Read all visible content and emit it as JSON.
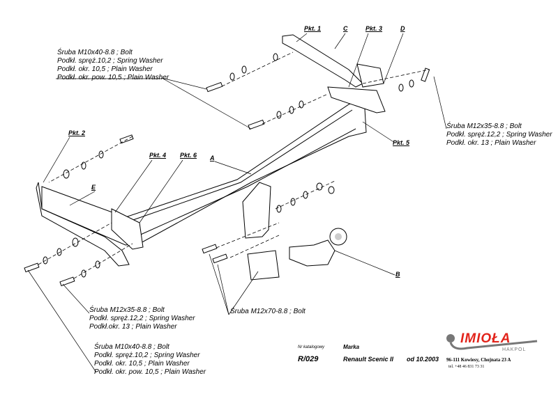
{
  "parts_top_left": [
    "Śruba M10x40-8.8 ;  Bolt",
    "Podkł. spręż.10,2 ; Spring Washer",
    "Podkł. okr. 10,5 ; Plain Washer",
    "Podkł. okr. pow. 10,5 ; Plain Washer"
  ],
  "parts_right": [
    "Śruba M12x35-8.8 ;  Bolt",
    "Podkł. spręż.12,2 ; Spring Washer",
    "Podkł. okr. 13 ; Plain Washer"
  ],
  "parts_bottom_1": [
    "Śruba M12x35-8.8 ;  Bolt",
    "Podkł. spręż.12,2 ; Spring Washer",
    "Podkł.okr. 13 ; Plain Washer"
  ],
  "parts_bottom_2": [
    "Śruba M10x40-8.8 ;  Bolt",
    "Podkł. spręż.10,2 ; Spring Washer",
    "Podkł. okr. 10,5 ; Plain Washer",
    "Podkł. okr. pow. 10,5 ; Plain Washer"
  ],
  "ball_bolt": "Śruba M12x70-8.8 ; Bolt",
  "labels": {
    "pkt1": "Pkt. 1",
    "c": "C",
    "pkt3": "Pkt. 3",
    "d": "D",
    "pkt2": "Pkt. 2",
    "pkt4": "Pkt. 4",
    "pkt6": "Pkt. 6",
    "a": "A",
    "e": "E",
    "pkt5": "Pkt. 5",
    "b": "B"
  },
  "footer": {
    "catalog_label": "Nr katalogowy",
    "catalog_no": "R/029",
    "brand_label": "Marka",
    "brand": "Renault Scenic II",
    "from": "od 10.2003",
    "address": "96-111 Kowiesy, Chojnata 23 A",
    "tel": "tel. +48 46 831 73 31",
    "logo_text": "IMIOŁA",
    "logo_sub": "HAKPOL",
    "logo_color": "#e2231a"
  }
}
